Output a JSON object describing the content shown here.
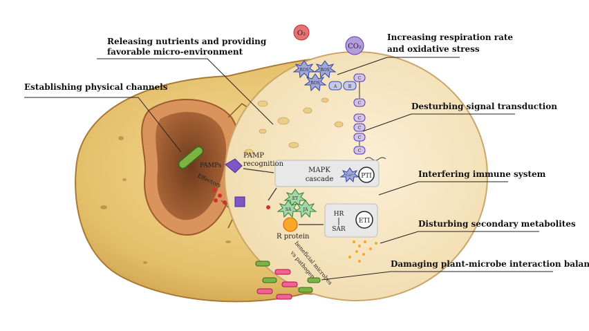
{
  "labels": {
    "physical_channels": "Establishing physical channels",
    "nutrients_line1": "Releasing nutrients and providing",
    "nutrients_line2": "favorable micro-environment",
    "respiration_line1": "Increasing respiration rate",
    "respiration_line2": "and oxidative stress",
    "signal": "Desturbing signal transduction",
    "immune": "Interfering immune system",
    "secondary": "Disturbing secondary metabolites",
    "balance": "Damaging plant-microbe interaction balance"
  },
  "inner": {
    "o2": "O₂",
    "co2": "CO₂",
    "ros": "ROS",
    "pamps": "PAMPs",
    "effectors": "Effectors",
    "pamp_line1": "PAMP",
    "pamp_line2": "recognition",
    "mapk_line1": "MAPK",
    "mapk_line2": "cascade",
    "ca": "Ca²⁺",
    "pti": "PTI",
    "eti": "ETI",
    "hr": "HR",
    "sar": "SAR",
    "et": "ET",
    "sa": "SA",
    "ja": "JA",
    "r_protein": "R protein",
    "bene_line1": "beneficial microbes",
    "bene_line2": "vs pathogens",
    "a": "A",
    "b": "B",
    "c": "C"
  }
}
